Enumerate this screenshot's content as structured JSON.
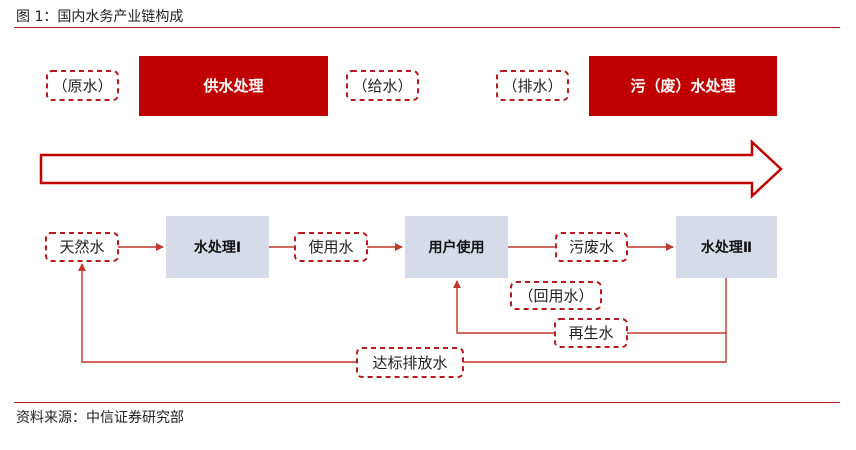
{
  "figure": {
    "caption": "图 1：国内水务产业链构成",
    "source": "资料来源：中信证券研究部"
  },
  "top_row": {
    "raw_water": "（原水）",
    "supply_treatment": "供水处理",
    "distribution": "（给水）",
    "drainage": "（排水）",
    "sewage_treatment": "污（废）水处理"
  },
  "flow": {
    "natural_water": "天然水",
    "treatment_1": "水处理Ⅰ",
    "usable_water": "使用水",
    "user_use": "用户使用",
    "waste_water": "污废水",
    "treatment_2": "水处理Ⅱ",
    "reuse_water": "（回用水）",
    "recycled_water": "再生水",
    "compliant_discharge": "达标排放水"
  },
  "colors": {
    "accent_red": "#c00000",
    "dash_red": "#b71c1c",
    "box_blue": "#d6dbe9",
    "line_red": "#c0392b"
  }
}
